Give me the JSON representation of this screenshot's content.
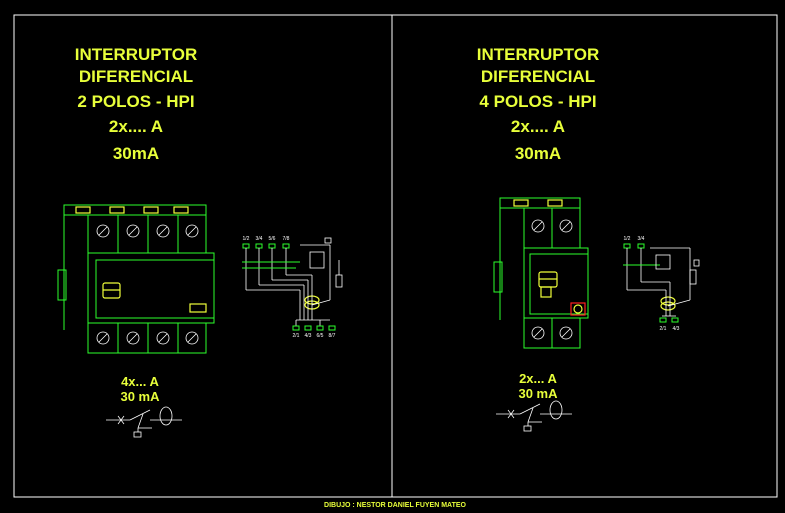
{
  "panels": [
    {
      "title_lines": [
        "INTERRUPTOR",
        "DIFERENCIAL",
        "2 POLOS - HPI",
        "2x.... A",
        "30mA"
      ],
      "rating_lines": [
        "4x... A",
        "30 mA"
      ],
      "terminal_top_labels": [
        "1/2",
        "3/4",
        "5/6",
        "7/8"
      ],
      "terminal_bottom_labels": [
        "2/1",
        "4/3",
        "6/5",
        "8/7"
      ]
    },
    {
      "title_lines": [
        "INTERRUPTOR",
        "DIFERENCIAL",
        "4 POLOS - HPI",
        "2x.... A",
        "30mA"
      ],
      "rating_lines": [
        "2x... A",
        "30 mA"
      ],
      "terminal_top_labels": [
        "1/2",
        "3/4"
      ],
      "terminal_bottom_labels": [
        "2/1",
        "4/3"
      ]
    }
  ],
  "footer": "DIBUJO : NESTOR DANIEL FUYEN MATEO",
  "colors": {
    "title": "#e8ff3a",
    "device": "#2cff2c",
    "wiring": "#ffffff",
    "frame": "#ffffff",
    "background": "#000000"
  }
}
